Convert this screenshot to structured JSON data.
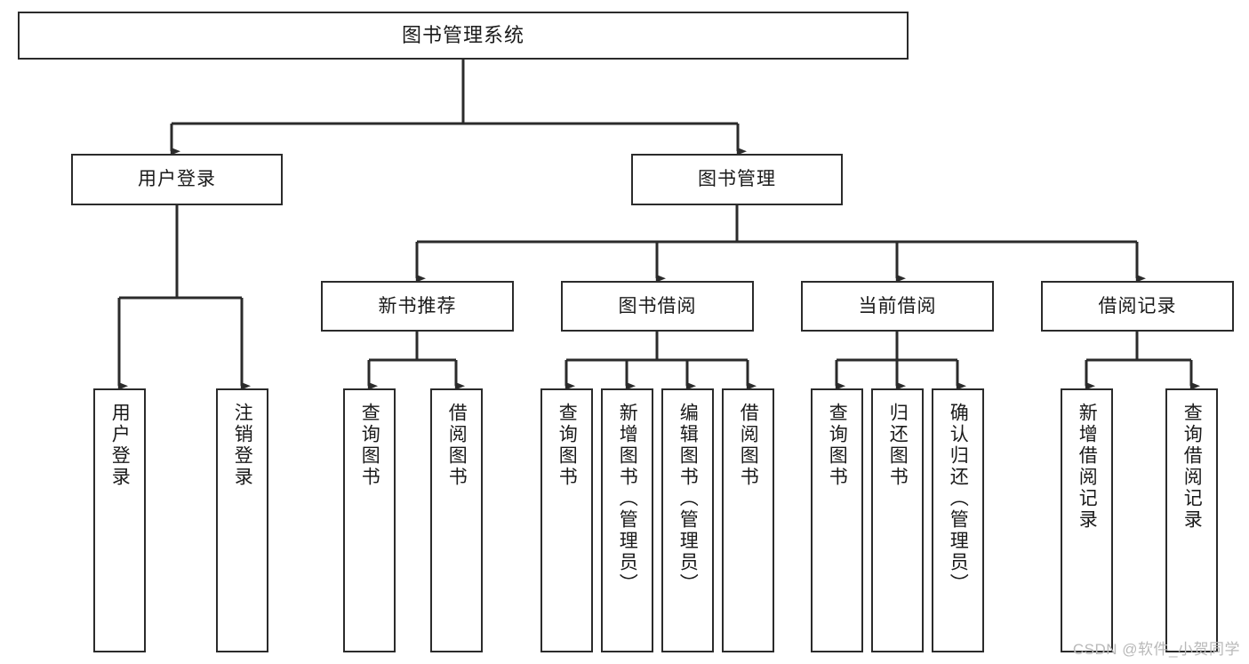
{
  "diagram": {
    "title": "图书管理系统",
    "type": "tree-hierarchy",
    "watermark": "CSDN @软件_小贺同学",
    "colors": {
      "background": "#ffffff",
      "box_border": "#2b2b2b",
      "box_fill": "#ffffff",
      "text": "#1a1a1a",
      "connector": "#2b2b2b",
      "watermark": "#b9b9b9"
    },
    "levels": {
      "root": {
        "label": "图书管理系统"
      },
      "level2": [
        {
          "label": "用户登录"
        },
        {
          "label": "图书管理"
        }
      ],
      "level3": [
        {
          "label": "新书推荐"
        },
        {
          "label": "图书借阅"
        },
        {
          "label": "当前借阅"
        },
        {
          "label": "借阅记录"
        }
      ]
    },
    "nodes": {
      "root": "图书管理系统",
      "user_login": "用户登录",
      "book_manage": "图书管理",
      "new_book_rec": "新书推荐",
      "book_borrow": "图书借阅",
      "current_borrow": "当前借阅",
      "borrow_record": "借阅记录",
      "leaf_user_login": "用户登录",
      "leaf_logout": "注销登录",
      "leaf_query_book_1": "查询图书",
      "leaf_borrow_book_1": "借阅图书",
      "leaf_query_book_2": "查询图书",
      "leaf_add_book": "新增图书（管理员）",
      "leaf_edit_book": "编辑图书（管理员）",
      "leaf_borrow_book_2": "借阅图书",
      "leaf_query_book_3": "查询图书",
      "leaf_return_book": "归还图书",
      "leaf_confirm_return": "确认归还（管理员）",
      "leaf_add_record": "新增借阅记录",
      "leaf_query_record": "查询借阅记录"
    },
    "tree": {
      "name": "图书管理系统",
      "children": [
        {
          "name": "用户登录",
          "children": [
            {
              "name": "用户登录"
            },
            {
              "name": "注销登录"
            }
          ]
        },
        {
          "name": "图书管理",
          "children": [
            {
              "name": "新书推荐",
              "children": [
                {
                  "name": "查询图书"
                },
                {
                  "name": "借阅图书"
                }
              ]
            },
            {
              "name": "图书借阅",
              "children": [
                {
                  "name": "查询图书"
                },
                {
                  "name": "新增图书（管理员）"
                },
                {
                  "name": "编辑图书（管理员）"
                },
                {
                  "name": "借阅图书"
                }
              ]
            },
            {
              "name": "当前借阅",
              "children": [
                {
                  "name": "查询图书"
                },
                {
                  "name": "归还图书"
                },
                {
                  "name": "确认归还（管理员）"
                }
              ]
            },
            {
              "name": "借阅记录",
              "children": [
                {
                  "name": "新增借阅记录"
                },
                {
                  "name": "查询借阅记录"
                }
              ]
            }
          ]
        }
      ]
    }
  }
}
